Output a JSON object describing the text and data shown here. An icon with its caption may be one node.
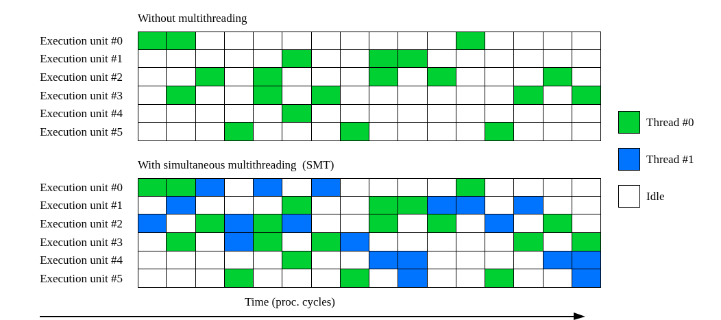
{
  "diagram": {
    "nodes": [
      {
        "text": [
          "Without multithreading"
        ]
      },
      {
        "text": [
          "Execution unit #0"
        ],
        "in": 0
      },
      {
        "text": [
          "Execution unit #1"
        ],
        "in": 0
      },
      {
        "text": [
          "Execution unit #2"
        ],
        "in": 0
      },
      {
        "text": [
          "Execution unit #3"
        ],
        "in": 0
      },
      {
        "text": [
          "Execution unit #4"
        ],
        "in": 0
      },
      {
        "text": [
          "Execution unit #5"
        ],
        "in": 0
      },
      {
        "text": [
          "With simultaneous multithreading  (SMT)"
        ]
      },
      {
        "text": [
          "Execution unit #0"
        ],
        "in": 7
      },
      {
        "text": [
          "Execution unit #1"
        ],
        "in": 7
      },
      {
        "text": [
          "Execution unit #2"
        ],
        "in": 7
      },
      {
        "text": [
          "Execution unit #3"
        ],
        "in": 7
      },
      {
        "text": [
          "Execution unit #4"
        ],
        "in": 7
      },
      {
        "text": [
          "Execution unit #5"
        ],
        "in": 7
      }
    ],
    "labels": [
      "Time (proc. cycles)"
    ],
    "legend": [
      {
        "text": "Thread #0",
        "color": "#00d032"
      },
      {
        "text": "Thread #1",
        "color": "#0073ff"
      },
      {
        "text": "Idle",
        "color": "#ffffff"
      }
    ]
  }
}
